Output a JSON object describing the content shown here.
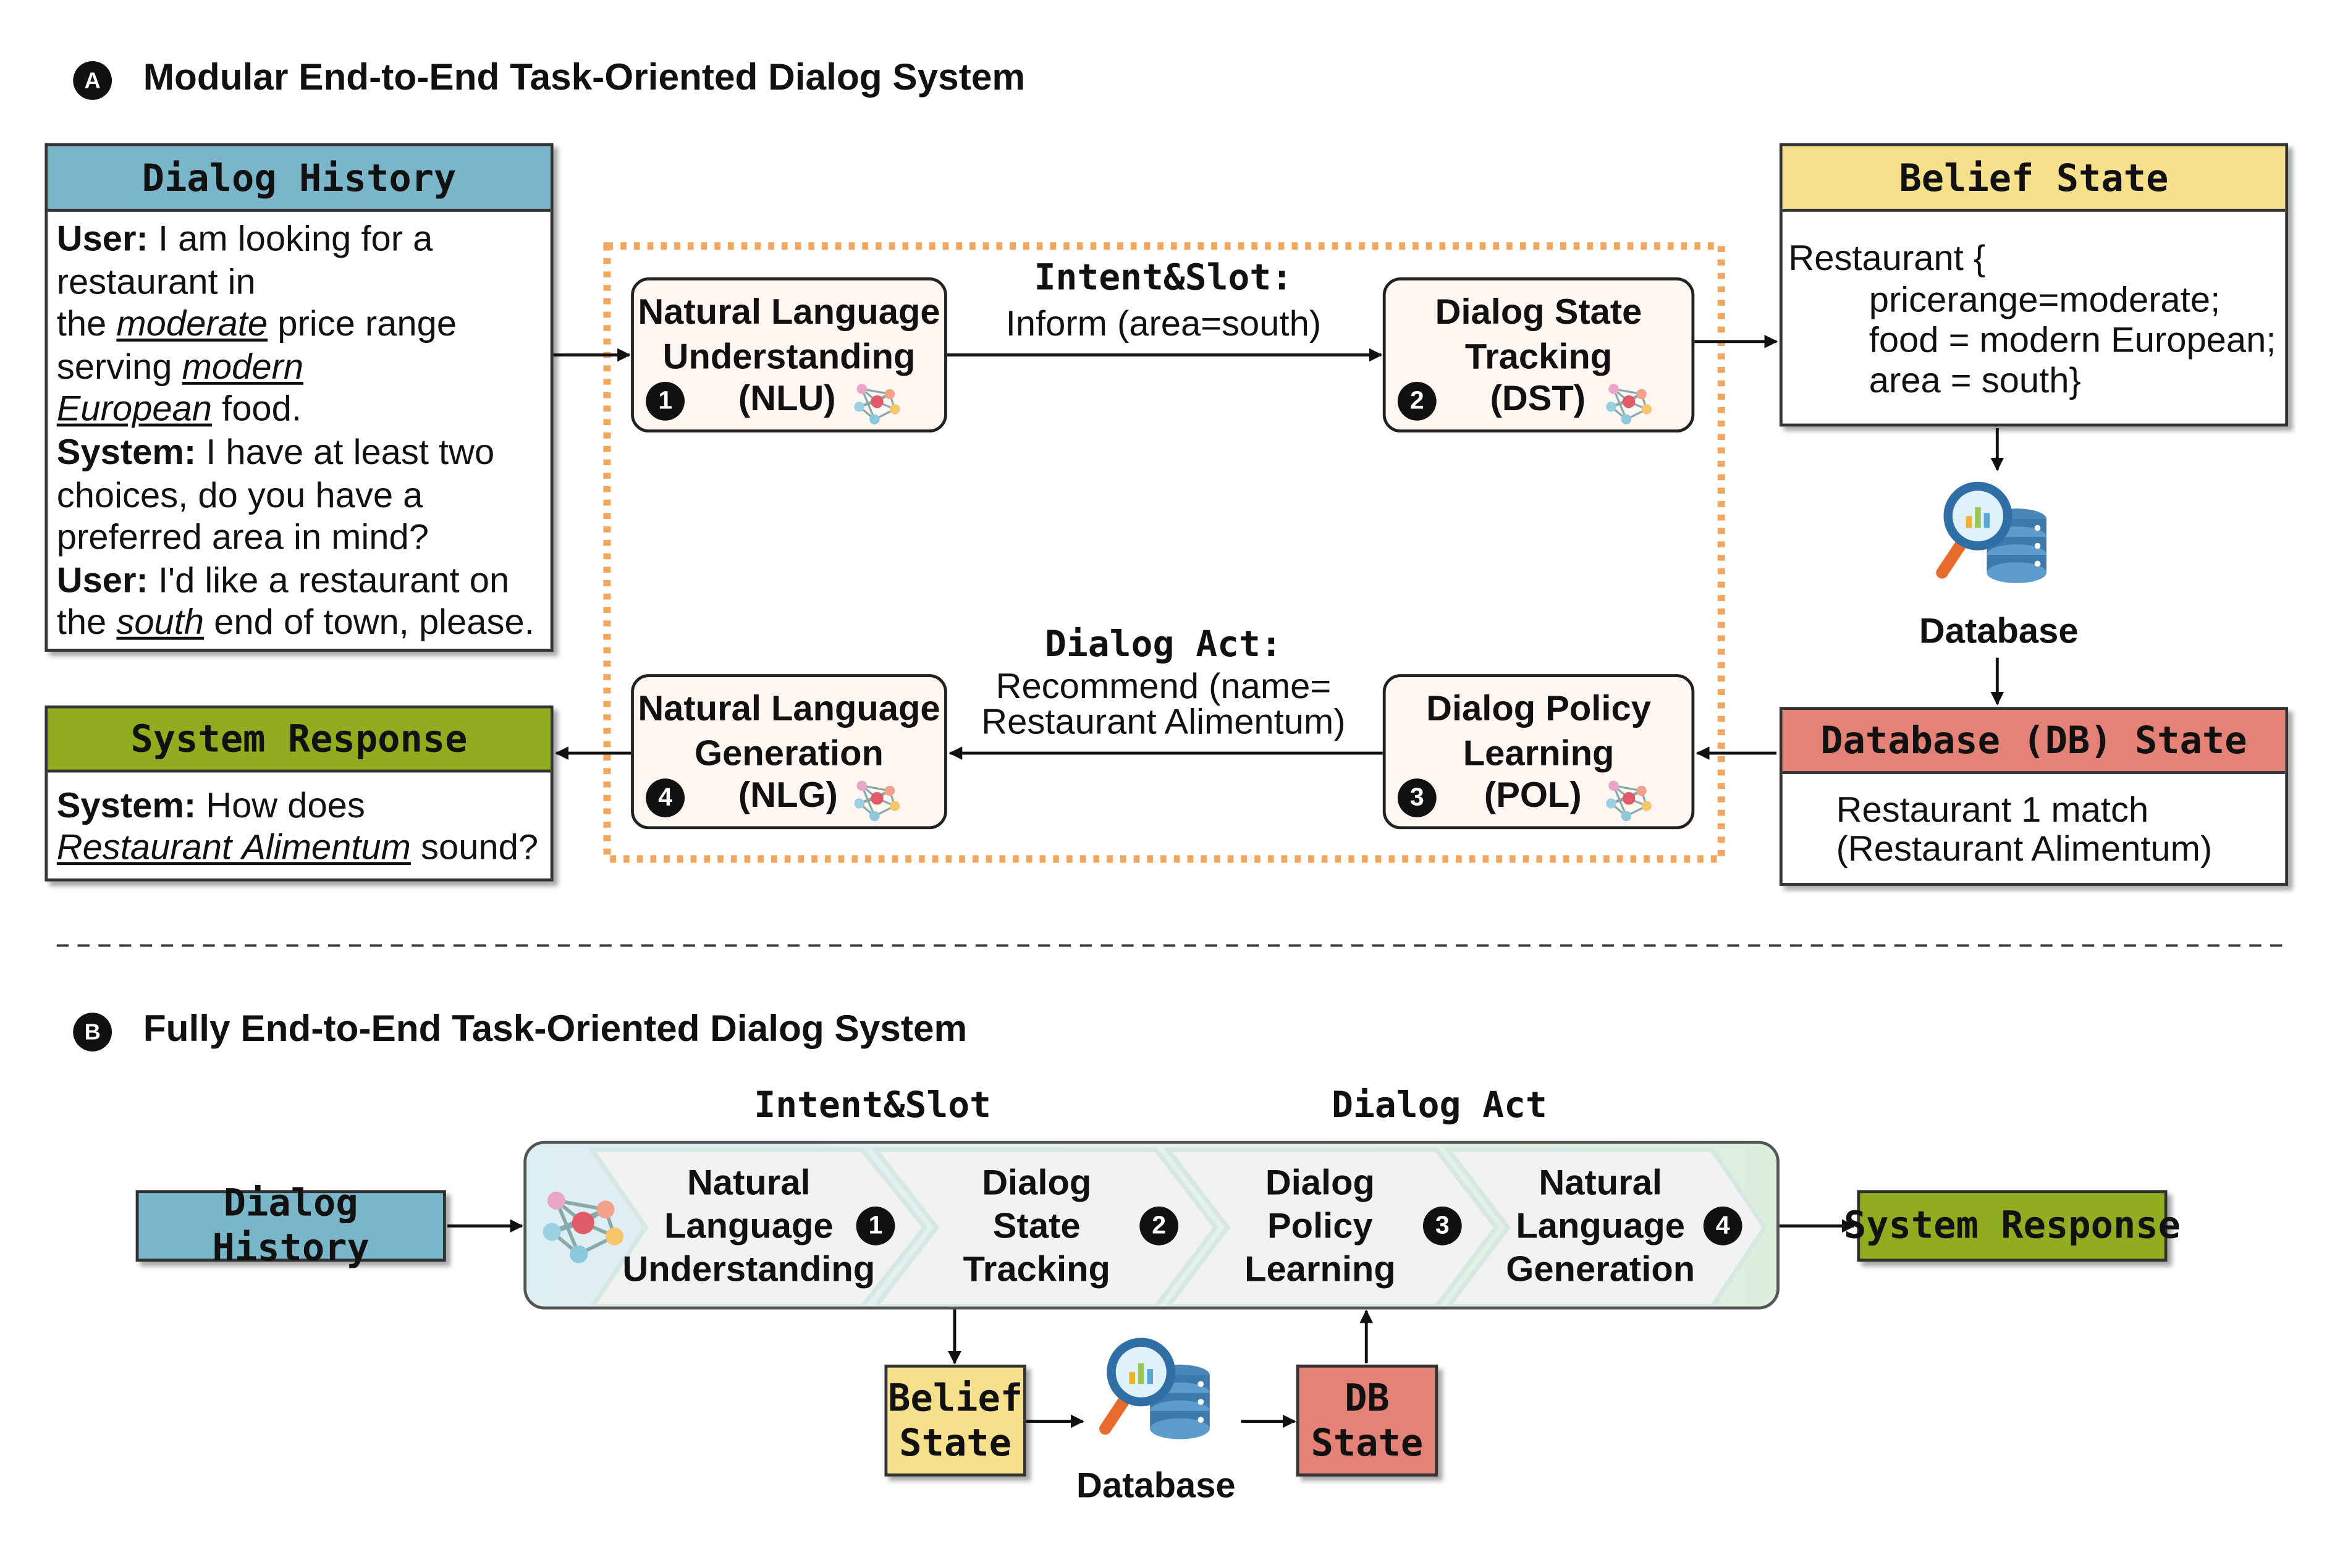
{
  "section_a": {
    "badge": "A",
    "title": "Modular End-to-End Task-Oriented Dialog System",
    "dialog_history": {
      "title": "Dialog History",
      "lines": [
        {
          "segments": [
            {
              "text": "User:",
              "style": "b"
            },
            {
              "text": " I am looking for a",
              "style": ""
            }
          ]
        },
        {
          "segments": [
            {
              "text": "restaurant in",
              "style": ""
            }
          ]
        },
        {
          "segments": [
            {
              "text": "the ",
              "style": ""
            },
            {
              "text": "moderate",
              "style": "u"
            },
            {
              "text": " price range",
              "style": ""
            }
          ]
        },
        {
          "segments": [
            {
              "text": "serving ",
              "style": ""
            },
            {
              "text": "modern",
              "style": "u"
            }
          ]
        },
        {
          "segments": [
            {
              "text": "European",
              "style": "u"
            },
            {
              "text": " food.",
              "style": ""
            }
          ]
        },
        {
          "segments": [
            {
              "text": "System:",
              "style": "b"
            },
            {
              "text": " I have at least two",
              "style": ""
            }
          ]
        },
        {
          "segments": [
            {
              "text": "choices, do you have a",
              "style": ""
            }
          ]
        },
        {
          "segments": [
            {
              "text": "preferred area in mind?",
              "style": ""
            }
          ]
        },
        {
          "segments": [
            {
              "text": "User:",
              "style": "b"
            },
            {
              "text": " I'd like a restaurant on",
              "style": ""
            }
          ]
        },
        {
          "segments": [
            {
              "text": "the ",
              "style": ""
            },
            {
              "text": "south",
              "style": "u"
            },
            {
              "text": " end of town, please.",
              "style": ""
            }
          ]
        }
      ]
    },
    "system_response": {
      "title": "System Response",
      "lines": [
        {
          "segments": [
            {
              "text": "System:",
              "style": "b"
            },
            {
              "text": " How does",
              "style": ""
            }
          ]
        },
        {
          "segments": [
            {
              "text": "Restaurant Alimentum",
              "style": "u"
            },
            {
              "text": " sound?",
              "style": ""
            }
          ]
        }
      ]
    },
    "belief_state": {
      "title": "Belief State",
      "lines": [
        "Restaurant {",
        "pricerange=moderate;",
        "food = modern European;",
        "area = south}"
      ]
    },
    "database_label": "Database",
    "db_state": {
      "title": "Database (DB) State",
      "lines": [
        "Restaurant 1 match",
        "(Restaurant Alimentum)"
      ]
    },
    "modules": {
      "nlu": {
        "line1": "Natural Language",
        "line2": "Understanding",
        "abbr": "(NLU)",
        "num": "1"
      },
      "dst": {
        "line1": "Dialog State",
        "line2": "Tracking",
        "abbr": "(DST)",
        "num": "2"
      },
      "pol": {
        "line1": "Dialog Policy",
        "line2": "Learning",
        "abbr": "(POL)",
        "num": "3"
      },
      "nlg": {
        "line1": "Natural Language",
        "line2": "Generation",
        "abbr": "(NLG)",
        "num": "4"
      }
    },
    "intent_slot": {
      "title": "Intent&Slot:",
      "value": "Inform (area=south)"
    },
    "dialog_act": {
      "title": "Dialog Act:",
      "line1": "Recommend (name=",
      "line2": "Restaurant Alimentum)"
    }
  },
  "section_b": {
    "badge": "B",
    "title": "Fully End-to-End Task-Oriented Dialog System",
    "dialog_history": "Dialog History",
    "system_response": "System Response",
    "intent_slot": "Intent&Slot",
    "dialog_act": "Dialog Act",
    "stages": [
      {
        "lines": [
          "Natural",
          "Language",
          "Understanding"
        ],
        "num": "1"
      },
      {
        "lines": [
          "Dialog",
          "State",
          "Tracking"
        ],
        "num": "2"
      },
      {
        "lines": [
          "Dialog",
          "Policy",
          "Learning"
        ],
        "num": "3"
      },
      {
        "lines": [
          "Natural",
          "Language",
          "Generation"
        ],
        "num": "4"
      }
    ],
    "belief_state": [
      "Belief",
      "State"
    ],
    "database_label": "Database",
    "db_state": [
      "DB",
      "State"
    ]
  },
  "colors": {
    "dialog_history": "#7ab6c9",
    "system_response": "#8fad1f",
    "belief_state": "#f7e08c",
    "db_state": "#e58277",
    "pipeline_border": "#f2a760",
    "module_fill": "#fdf6f1"
  },
  "icons": [
    "neural-network-icon",
    "database-search-icon"
  ]
}
